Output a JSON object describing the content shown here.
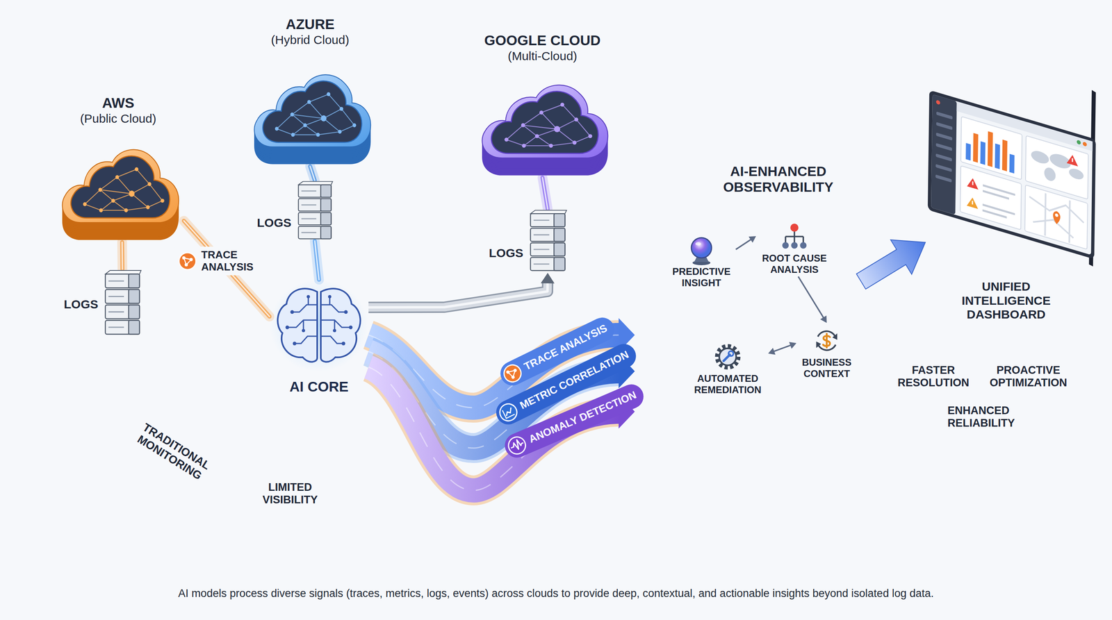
{
  "diagram": {
    "caption": "AI models process diverse signals (traces, metrics, logs, events) across clouds to provide deep, contextual, and actionable insights beyond isolated log data.",
    "nodes": [
      {
        "text": [
          "AWS",
          "(Public Cloud)"
        ]
      },
      {
        "text": [
          "AZURE",
          "(Hybrid Cloud)"
        ]
      },
      {
        "text": [
          "GOOGLE CLOUD",
          "(Multi-Cloud)"
        ]
      },
      {
        "text": [
          "LOGS"
        ]
      },
      {
        "text": [
          "LOGS"
        ]
      },
      {
        "text": [
          "LOGS"
        ]
      },
      {
        "text": [
          "AI CORE"
        ]
      },
      {
        "text": [
          "AI-ENHANCED OBSERVABILITY"
        ]
      },
      {
        "text": [
          "PREDICTIVE INSIGHT"
        ],
        "in": 7
      },
      {
        "text": [
          "ROOT CAUSE ANALYSIS"
        ],
        "in": 7
      },
      {
        "text": [
          "AUTOMATED REMEDIATION"
        ],
        "in": 7
      },
      {
        "text": [
          "BUSINESS CONTEXT"
        ],
        "in": 7
      },
      {
        "text": [
          "UNIFIED INTELLIGENCE DASHBOARD"
        ]
      }
    ],
    "edges": [
      {
        "from": 0,
        "to": 3,
        "arrow": "none"
      },
      {
        "from": 1,
        "to": 4,
        "arrow": "none"
      },
      {
        "from": 2,
        "to": 5,
        "arrow": "none"
      },
      {
        "from": 0,
        "to": 6,
        "label": "TRACE ANALYSIS",
        "arrow": "none"
      },
      {
        "from": 4,
        "to": 6,
        "arrow": "none"
      },
      {
        "from": 6,
        "to": 5,
        "arrow": "to"
      },
      {
        "from": 6,
        "to": 7,
        "label": "TRACE ANALYSIS",
        "arrow": "to"
      },
      {
        "from": 6,
        "to": 7,
        "label": "METRIC CORRELATION",
        "arrow": "to"
      },
      {
        "from": 6,
        "to": 7,
        "label": "ANOMALY DETECTION",
        "arrow": "to"
      },
      {
        "from": 8,
        "to": 9,
        "arrow": "to"
      },
      {
        "from": 9,
        "to": 11,
        "arrow": "to"
      },
      {
        "from": 10,
        "to": 11,
        "arrow": "both"
      },
      {
        "from": 7,
        "to": 12,
        "arrow": "to"
      }
    ],
    "labels": [
      "TRADITIONAL MONITORING",
      "LIMITED VISIBILITY",
      "FASTER RESOLUTION",
      "PROACTIVE OPTIMIZATION",
      "ENHANCED RELIABILITY"
    ]
  }
}
